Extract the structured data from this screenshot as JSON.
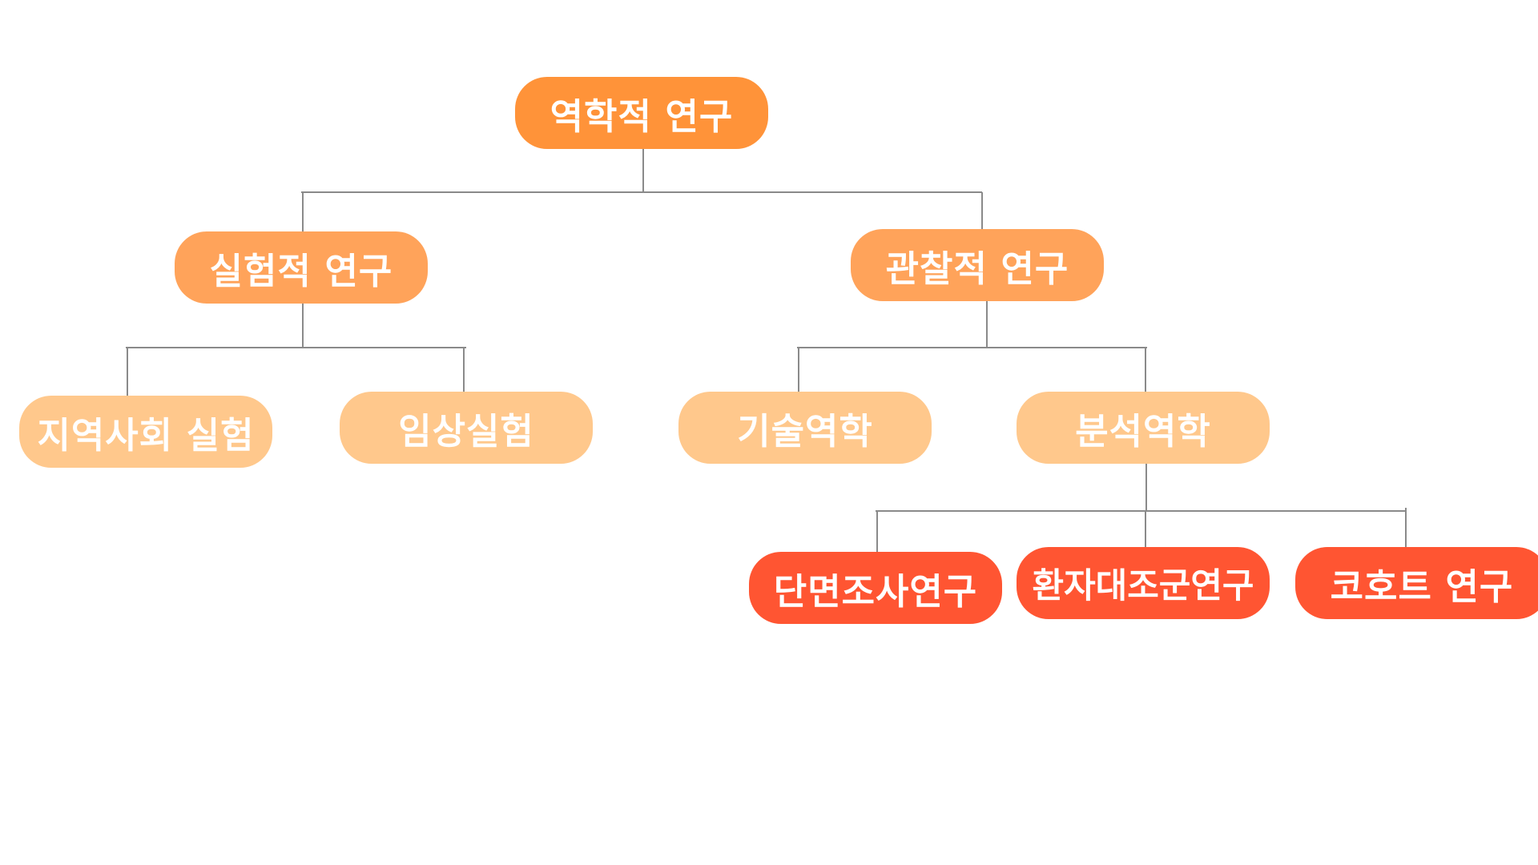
{
  "diagram": {
    "root": {
      "label": "역학적 연구"
    },
    "experimental": {
      "label": "실험적 연구"
    },
    "observational": {
      "label": "관찰적 연구"
    },
    "community_trial": {
      "label": "지역사회 실험"
    },
    "clinical_trial": {
      "label": "임상실험"
    },
    "descriptive": {
      "label": "기술역학"
    },
    "analytic": {
      "label": "분석역학"
    },
    "cross_sectional": {
      "label": "단면조사연구"
    },
    "case_control": {
      "label": "환자대조군연구"
    },
    "cohort": {
      "label": "코호트 연구"
    }
  },
  "colors": {
    "level_0": "#ff9339",
    "level_1": "#ffa35a",
    "level_2": "#ffc88c",
    "level_3": "#ff5532",
    "connector": "#8a8a8a",
    "text": "#ffffff"
  }
}
